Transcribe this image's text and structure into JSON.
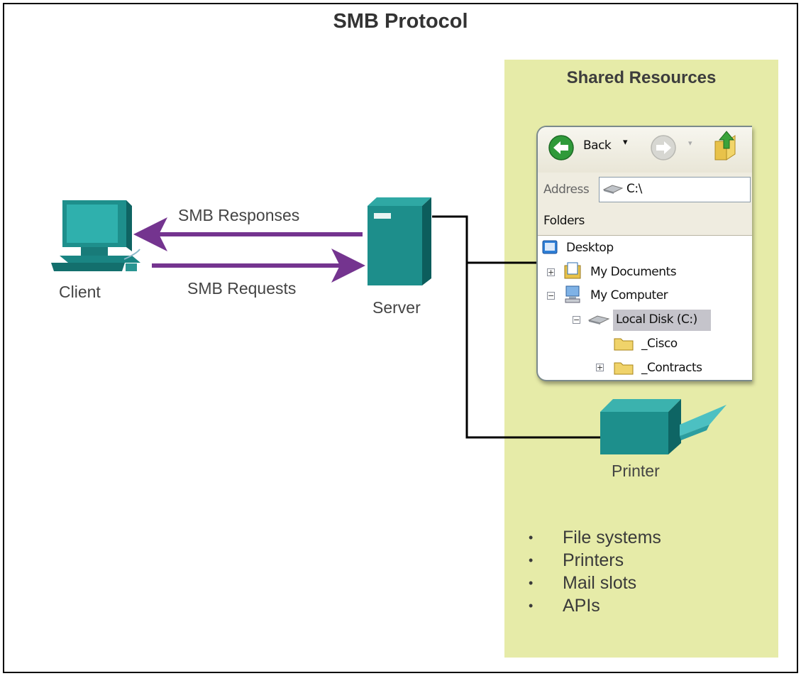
{
  "title": "SMB Protocol",
  "client": {
    "label": "Client"
  },
  "server": {
    "label": "Server"
  },
  "arrows": {
    "responses": "SMB Responses",
    "requests": "SMB Requests"
  },
  "shared": {
    "title": "Shared Resources",
    "printer_label": "Printer",
    "bullets": [
      "File systems",
      "Printers",
      "Mail slots",
      "APIs"
    ]
  },
  "explorer": {
    "back_label": "Back",
    "address_label": "Address",
    "address_value": "C:\\",
    "folders_label": "Folders",
    "tree": [
      "Desktop",
      "My Documents",
      "My Computer",
      "Local Disk (C:)",
      "_Cisco",
      "_Contracts"
    ]
  },
  "colors": {
    "arrow": "#74348f",
    "panel": "#e6eba8",
    "device": "#1a8c8a"
  }
}
